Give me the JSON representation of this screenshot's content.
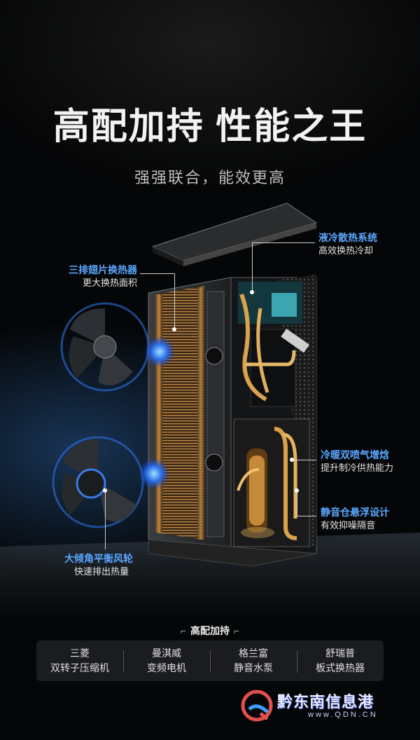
{
  "headline": "高配加持 性能之王",
  "subline": "强强联合，能效更高",
  "callouts": {
    "fin_exchanger": {
      "title": "三排翅片换热器",
      "desc": "更大换热面积"
    },
    "liquid_cooling": {
      "title": "液冷散热系统",
      "desc": "高效换热冷却"
    },
    "dual_injection": {
      "title": "冷暖双喷气增焓",
      "desc": "提升制冷供热能力"
    },
    "silent_chamber": {
      "title": "静音仓悬浮设计",
      "desc": "有效抑噪隔音"
    },
    "fan_wheel": {
      "title": "大倾角平衡风轮",
      "desc": "快速排出热量"
    }
  },
  "brands": {
    "label": "高配加持",
    "items": [
      {
        "brand": "三菱",
        "part": "双转子压缩机"
      },
      {
        "brand": "曼淇威",
        "part": "变频电机"
      },
      {
        "brand": "格兰富",
        "part": "静音水泵"
      },
      {
        "brand": "舒瑞普",
        "part": "板式换热器"
      }
    ]
  },
  "watermark": {
    "text": "黔东南信息港",
    "url": "www.QDN.CN"
  },
  "colors": {
    "accent": "#5aa8ff",
    "background": "#050607"
  }
}
